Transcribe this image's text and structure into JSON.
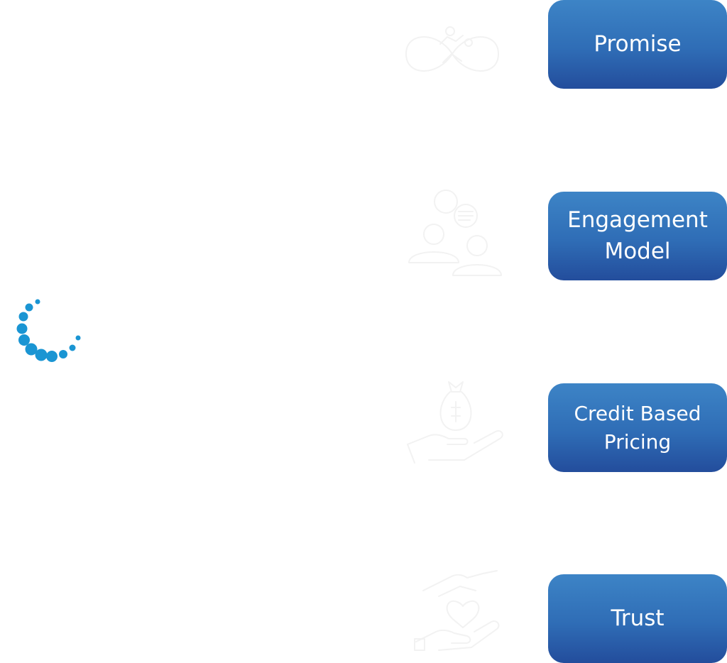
{
  "steps": [
    {
      "label": "Promise",
      "icon": "infinity-handshake-icon"
    },
    {
      "label": "Engagement\nModel",
      "icon": "people-chat-icon"
    },
    {
      "label": "Credit Based\nPricing",
      "icon": "hand-money-bag-icon"
    },
    {
      "label": "Trust",
      "icon": "hand-heart-icon"
    }
  ],
  "colors": {
    "box_top": "#3d84c6",
    "box_bottom": "#234d9c",
    "dots": "#1a95d3"
  }
}
